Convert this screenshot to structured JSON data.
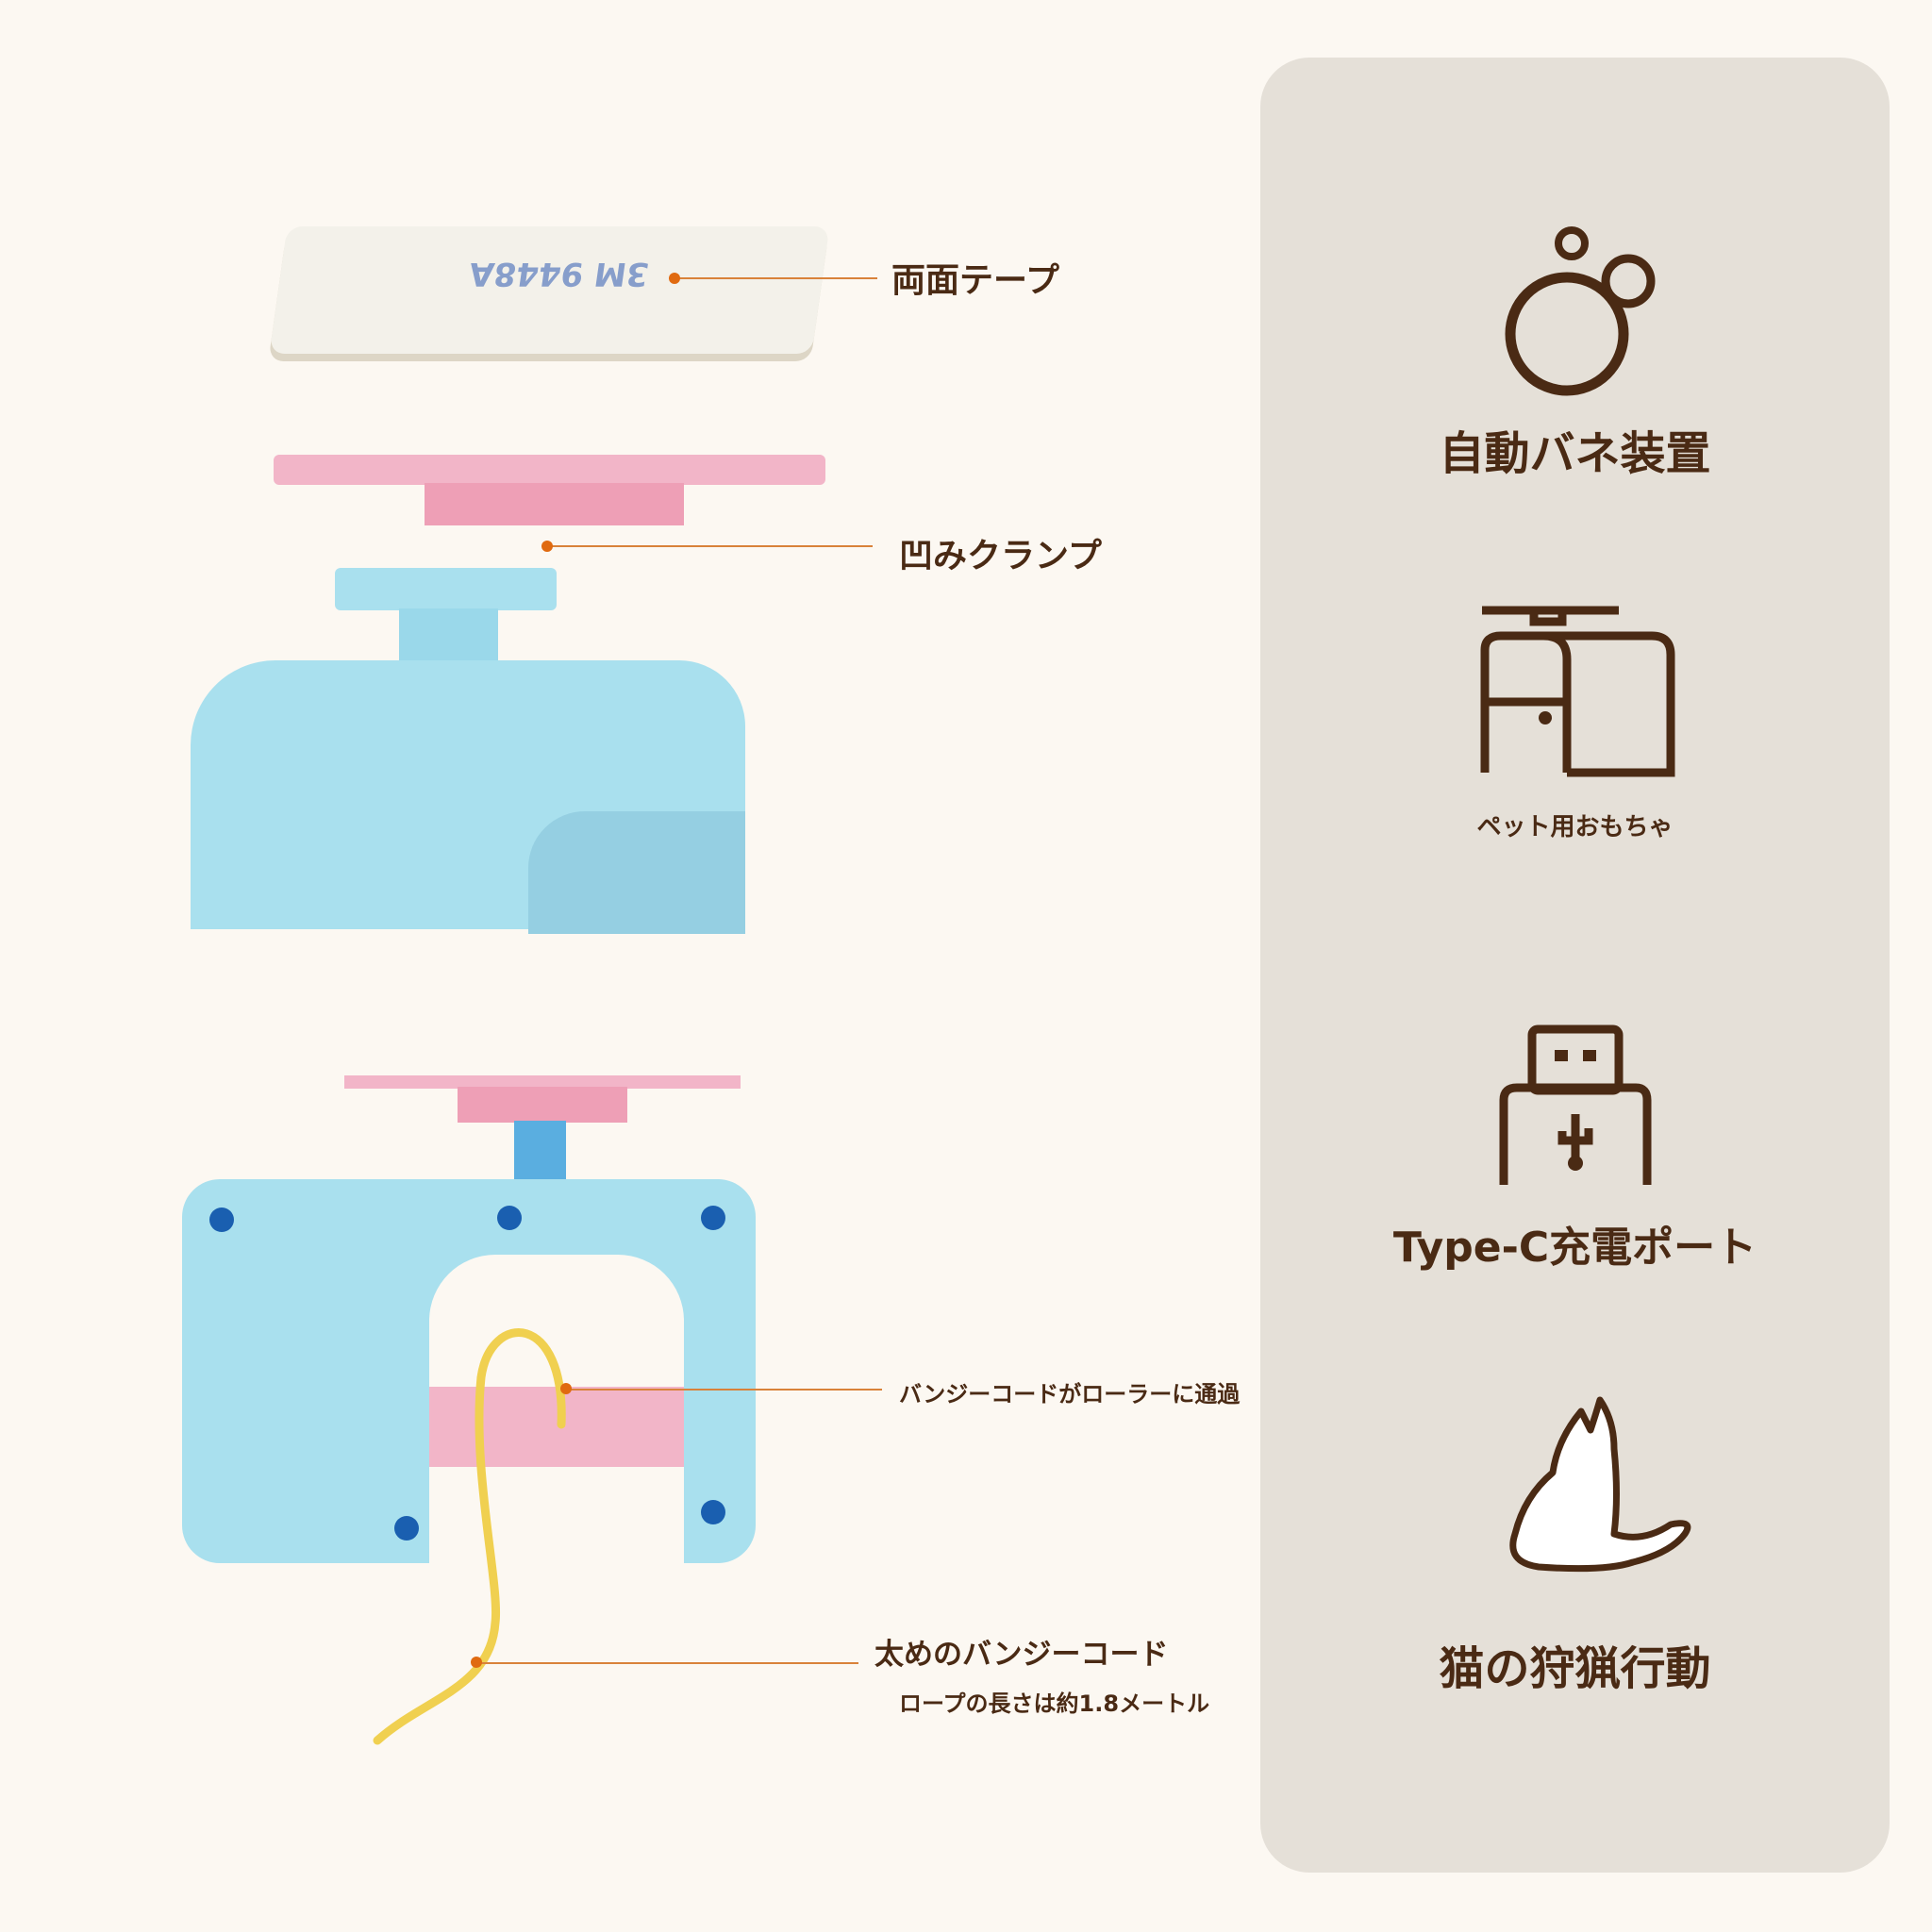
{
  "callouts": {
    "tape": "両面テープ",
    "clamp": "凹みクランプ",
    "roller": "バンジーコードがローラーに通過",
    "cord_title": "太めのバンジーコード",
    "cord_length": "ロープの長さは約1.8メートル"
  },
  "tape_print": "3M 9448A",
  "features": [
    {
      "icon": "bubbles-icon",
      "label": "自動バネ装置"
    },
    {
      "icon": "desk-icon",
      "label": "ペット用おもちゃ"
    },
    {
      "icon": "usb-icon",
      "label": "Type-C充電ポート"
    },
    {
      "icon": "cat-icon",
      "label": "猫の狩猟行動"
    }
  ],
  "colors": {
    "text": "#4a2a14",
    "panel": "#e5e0d8",
    "accent": "#e06a10",
    "blue": "#a9e0ee",
    "pink": "#f2b5c8",
    "cord": "#f0d050"
  }
}
